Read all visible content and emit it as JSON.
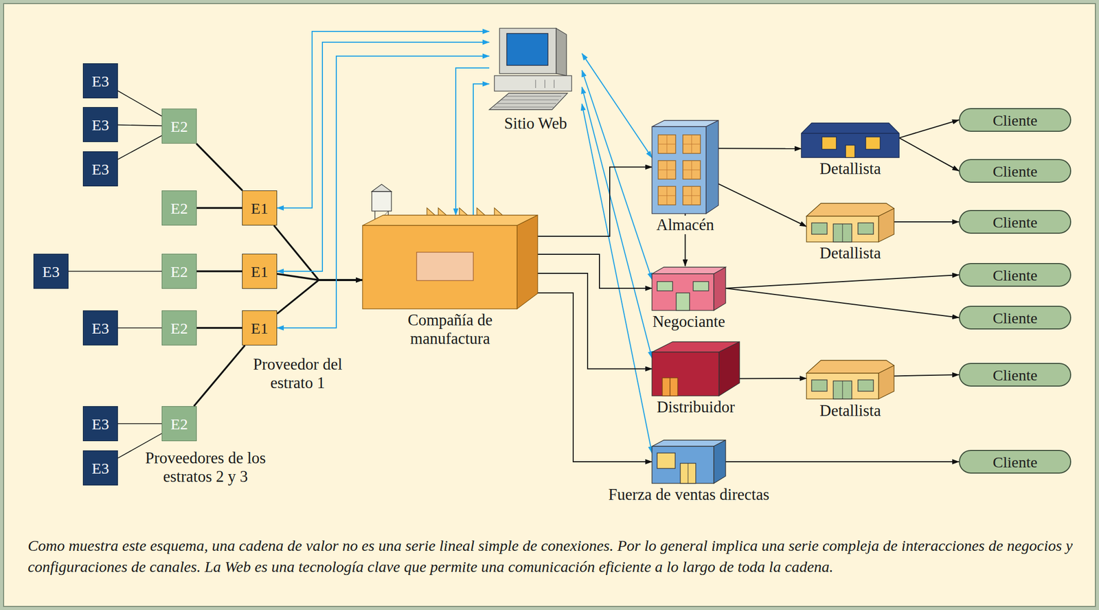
{
  "diagram": {
    "caption": "Como muestra este esquema, una cadena de valor no es una serie lineal simple de conexiones. Por lo general implica una serie compleja de interacciones de negocios y configuraciones de canales. La Web es una tecnología clave que permite una comunicación eficiente a lo largo de toda la cadena.",
    "nodes": [
      {
        "text": [
          "E3"
        ]
      },
      {
        "text": [
          "E3"
        ]
      },
      {
        "text": [
          "E3"
        ]
      },
      {
        "text": [
          "E2"
        ]
      },
      {
        "text": [
          "E2"
        ]
      },
      {
        "text": [
          "E1"
        ]
      },
      {
        "text": [
          "E3"
        ]
      },
      {
        "text": [
          "E2"
        ]
      },
      {
        "text": [
          "E1"
        ]
      },
      {
        "text": [
          "E3"
        ]
      },
      {
        "text": [
          "E2"
        ]
      },
      {
        "text": [
          "E1"
        ]
      },
      {
        "text": [
          "E3"
        ]
      },
      {
        "text": [
          "E2"
        ]
      },
      {
        "text": [
          "E3"
        ]
      },
      {
        "text": [
          "Sitio Web"
        ]
      },
      {
        "text": [
          "Compañía de manufactura"
        ]
      },
      {
        "text": [
          "Almacén"
        ]
      },
      {
        "text": [
          "Negociante"
        ]
      },
      {
        "text": [
          "Distribuidor"
        ]
      },
      {
        "text": [
          "Fuerza de ventas directas"
        ]
      },
      {
        "text": [
          "Detallista"
        ]
      },
      {
        "text": [
          "Detallista"
        ]
      },
      {
        "text": [
          "Detallista"
        ]
      },
      {
        "text": [
          "Cliente"
        ]
      },
      {
        "text": [
          "Cliente"
        ]
      },
      {
        "text": [
          "Cliente"
        ]
      },
      {
        "text": [
          "Cliente"
        ]
      },
      {
        "text": [
          "Cliente"
        ]
      },
      {
        "text": [
          "Cliente"
        ]
      },
      {
        "text": [
          "Cliente"
        ]
      }
    ],
    "edges": [
      {
        "from": 0,
        "to": 3,
        "arrow": "none"
      },
      {
        "from": 1,
        "to": 3,
        "arrow": "none"
      },
      {
        "from": 2,
        "to": 3,
        "arrow": "none"
      },
      {
        "from": 3,
        "to": 5,
        "arrow": "none"
      },
      {
        "from": 4,
        "to": 5,
        "arrow": "none"
      },
      {
        "from": 6,
        "to": 7,
        "arrow": "none"
      },
      {
        "from": 7,
        "to": 8,
        "arrow": "none"
      },
      {
        "from": 9,
        "to": 10,
        "arrow": "none"
      },
      {
        "from": 10,
        "to": 11,
        "arrow": "none"
      },
      {
        "from": 12,
        "to": 13,
        "arrow": "none"
      },
      {
        "from": 14,
        "to": 13,
        "arrow": "none"
      },
      {
        "from": 13,
        "to": 11,
        "arrow": "none"
      },
      {
        "from": 5,
        "to": 16,
        "arrow": "to"
      },
      {
        "from": 8,
        "to": 16,
        "arrow": "to"
      },
      {
        "from": 11,
        "to": 16,
        "arrow": "to"
      },
      {
        "from": 15,
        "to": 5,
        "arrow": "both"
      },
      {
        "from": 15,
        "to": 8,
        "arrow": "both"
      },
      {
        "from": 15,
        "to": 11,
        "arrow": "both"
      },
      {
        "from": 15,
        "to": 16,
        "arrow": "to"
      },
      {
        "from": 16,
        "to": 15,
        "arrow": "to"
      },
      {
        "from": 15,
        "to": 17,
        "arrow": "both"
      },
      {
        "from": 15,
        "to": 18,
        "arrow": "both"
      },
      {
        "from": 15,
        "to": 19,
        "arrow": "both"
      },
      {
        "from": 15,
        "to": 20,
        "arrow": "both"
      },
      {
        "from": 16,
        "to": 17,
        "arrow": "to"
      },
      {
        "from": 16,
        "to": 18,
        "arrow": "to"
      },
      {
        "from": 16,
        "to": 19,
        "arrow": "to"
      },
      {
        "from": 16,
        "to": 20,
        "arrow": "to"
      },
      {
        "from": 17,
        "to": 21,
        "arrow": "to"
      },
      {
        "from": 17,
        "to": 22,
        "arrow": "to"
      },
      {
        "from": 17,
        "to": 18,
        "arrow": "to"
      },
      {
        "from": 18,
        "to": 27,
        "arrow": "to"
      },
      {
        "from": 18,
        "to": 28,
        "arrow": "to"
      },
      {
        "from": 19,
        "to": 23,
        "arrow": "to"
      },
      {
        "from": 21,
        "to": 24,
        "arrow": "to"
      },
      {
        "from": 21,
        "to": 25,
        "arrow": "to"
      },
      {
        "from": 22,
        "to": 26,
        "arrow": "to"
      },
      {
        "from": 23,
        "to": 29,
        "arrow": "to"
      },
      {
        "from": 20,
        "to": 30,
        "arrow": "to"
      }
    ],
    "labels": [
      "Proveedor del estrato 1",
      "Proveedores de los estratos 2 y 3"
    ]
  }
}
